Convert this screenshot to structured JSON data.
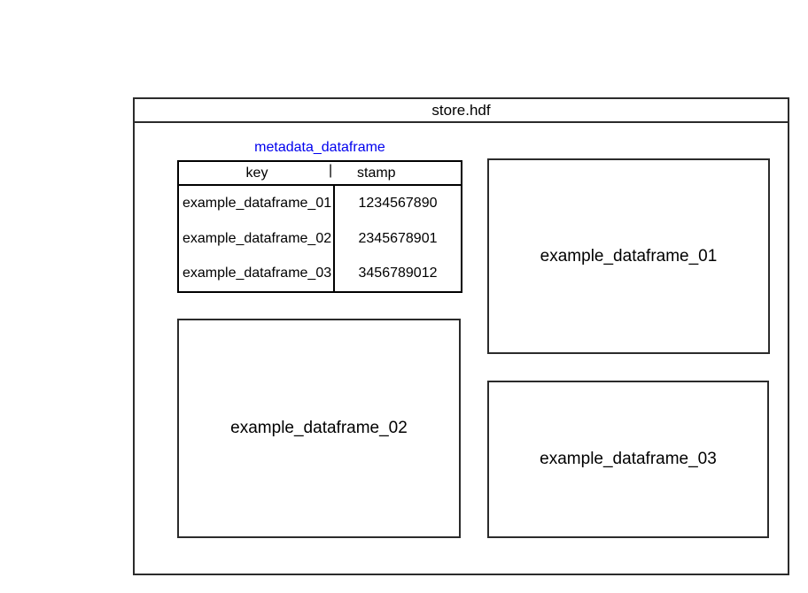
{
  "store": {
    "title": "store.hdf",
    "metadata": {
      "label": "metadata_dataframe",
      "table": {
        "col_key": "key",
        "separator": "|",
        "col_stamp": "stamp",
        "rows": [
          {
            "key": "example_dataframe_01",
            "stamp": "1234567890"
          },
          {
            "key": "example_dataframe_02",
            "stamp": "2345678901"
          },
          {
            "key": "example_dataframe_03",
            "stamp": "3456789012"
          }
        ]
      }
    },
    "dataframes": [
      {
        "label": "example_dataframe_01"
      },
      {
        "label": "example_dataframe_02"
      },
      {
        "label": "example_dataframe_03"
      }
    ],
    "colors": {
      "link_blue": "#0000ee",
      "box_border": "#2b2b2b",
      "table_border": "#000000",
      "text": "#000000",
      "background": "#ffffff"
    }
  }
}
